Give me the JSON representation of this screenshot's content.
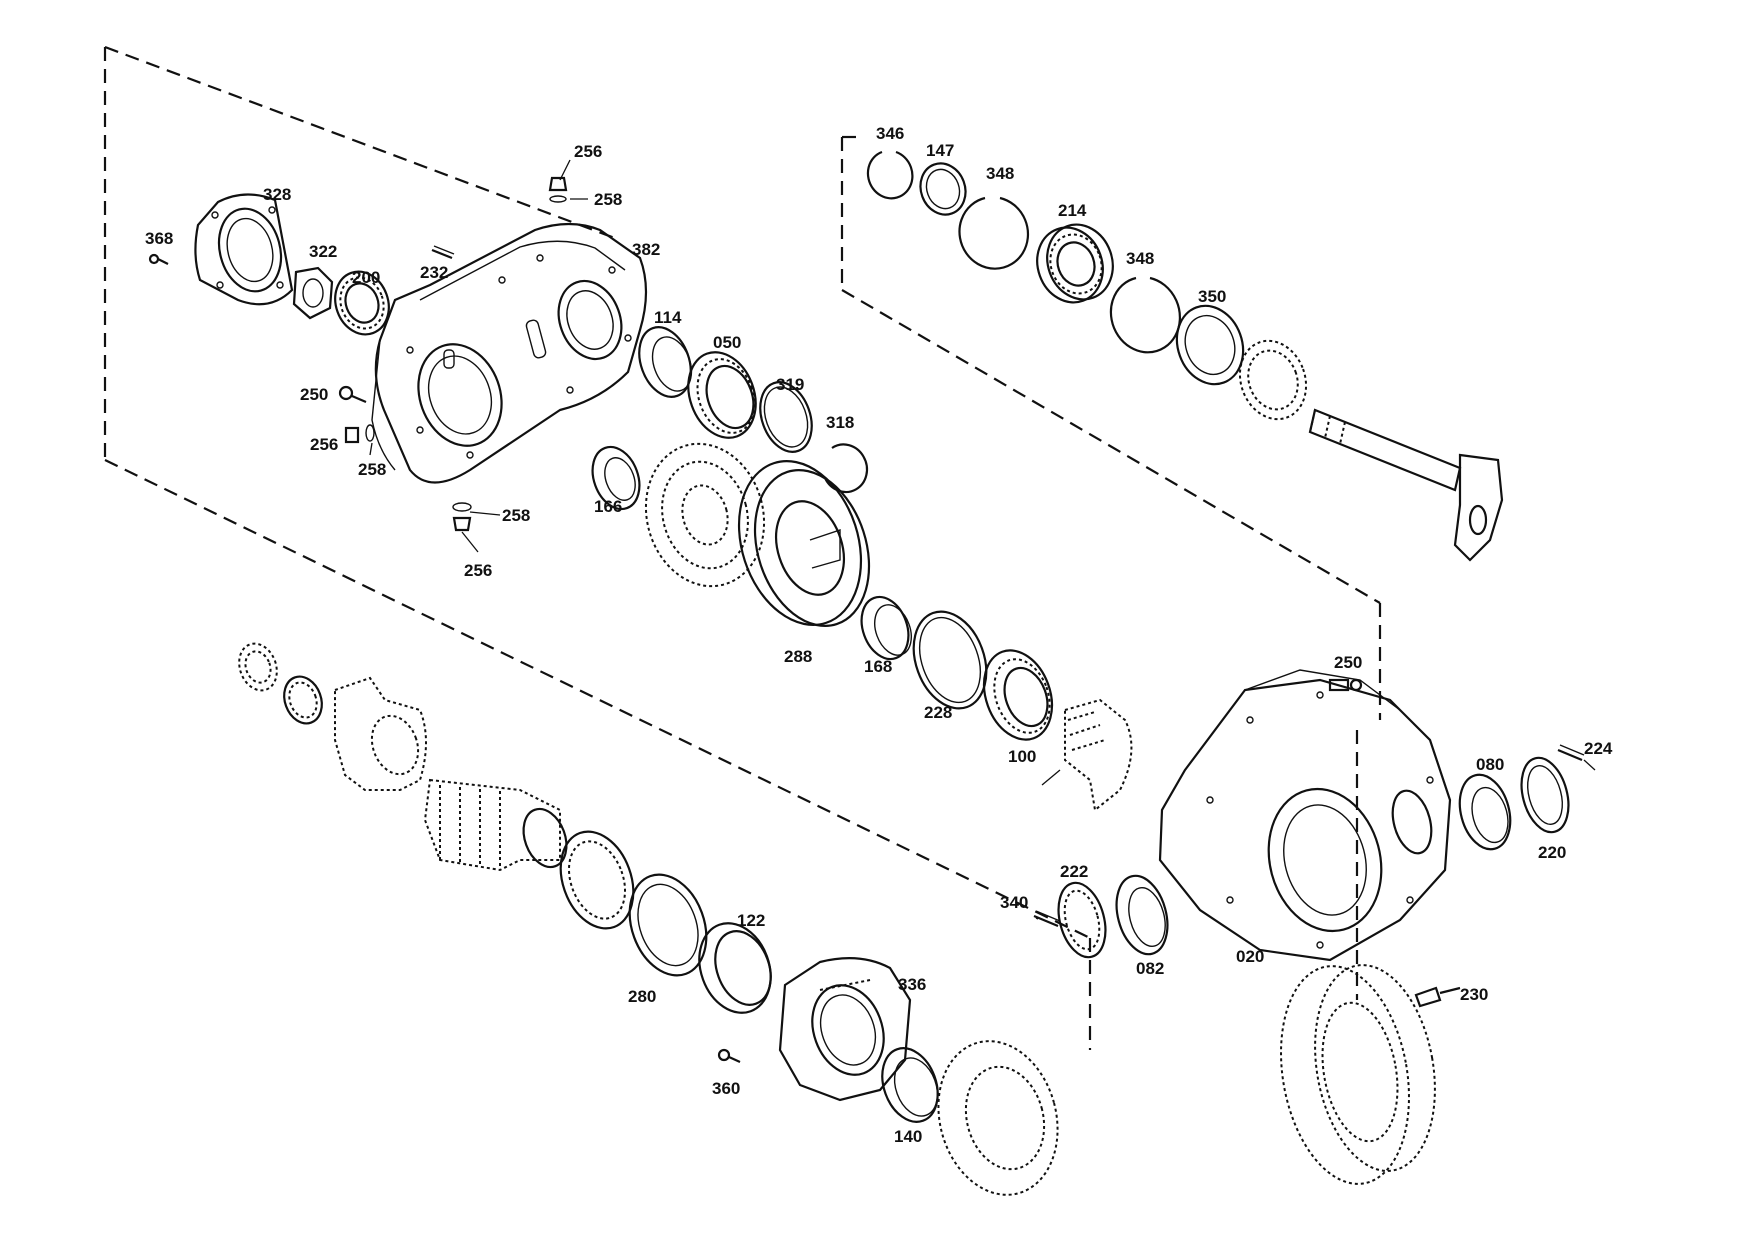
{
  "labels": {
    "p368": "368",
    "p328": "328",
    "p322": "322",
    "p200": "200",
    "p232": "232",
    "p256a": "256",
    "p258a": "258",
    "p382": "382",
    "p114": "114",
    "p050": "050",
    "p319": "319",
    "p318": "318",
    "p250a": "250",
    "p256b": "256",
    "p258b": "258",
    "p258c": "258",
    "p256c": "256",
    "p166": "166",
    "p288": "288",
    "p168": "168",
    "p228": "228",
    "p100": "100",
    "p346": "346",
    "p147": "147",
    "p348a": "348",
    "p214": "214",
    "p348b": "348",
    "p350": "350",
    "p250b": "250",
    "p224": "224",
    "p080": "080",
    "p220": "220",
    "p222": "222",
    "p340": "340",
    "p082": "082",
    "p020": "020",
    "p230": "230",
    "p122": "122",
    "p336": "336",
    "p280": "280",
    "p360": "360",
    "p140": "140"
  }
}
